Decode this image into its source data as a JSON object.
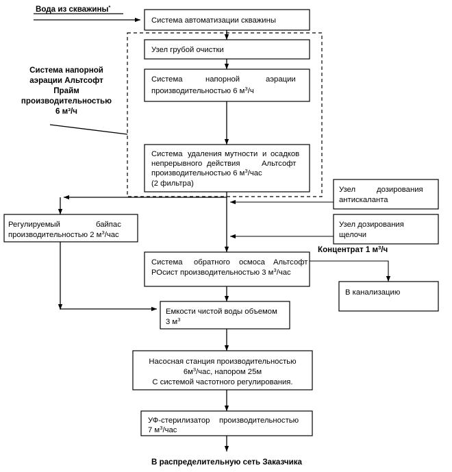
{
  "diagram": {
    "title_inlet": "Вода из скважины",
    "title_inlet_sup": "*",
    "side_label": {
      "line1": "Система напорной",
      "line2": "аэрации Альтсофт",
      "line3": "Прайм",
      "line4": "производительностью",
      "line5": "6 м³/ч"
    },
    "concentrate_label": {
      "text_before": "Концентрат 1 м",
      "sup": "3",
      "text_after": "/ч"
    },
    "outlet_label": "В распределительную сеть Заказчика",
    "nodes": {
      "automation": {
        "lines": [
          "Система автоматизации скважины"
        ]
      },
      "coarse": {
        "lines": [
          "Узел грубой очистки"
        ]
      },
      "aeration": {
        "line1_part1": "Система",
        "line1_part2": "напорной",
        "line1_part3": "аэрации",
        "line2_before": "производительностью 6 м",
        "line2_sup": "3",
        "line2_after": "/ч"
      },
      "turbidity": {
        "l1_p1": "Система",
        "l1_p2": "удаления",
        "l1_p3": "мутности",
        "l1_p4": "и",
        "l1_p5": "осадков",
        "l2_p1": "непрерывного",
        "l2_p2": "действия",
        "l2_p3": "Альтсофт",
        "l3_before": "производительностью 6 м",
        "l3_sup": "3",
        "l3_after": "/час",
        "l4": "(2 фильтра)"
      },
      "antiscalant": {
        "l1_p1": "Узел",
        "l1_p2": "дозирования",
        "l2": "антискаланта"
      },
      "alkali": {
        "l1": "Узел дозирования",
        "l2": "щелочи"
      },
      "bypass": {
        "l1_p1": "Регулируемый",
        "l1_p2": "байпас",
        "l2_before": "производительностью 2 м",
        "l2_sup": "3",
        "l2_after": "/час"
      },
      "ro": {
        "l1_p1": "Система",
        "l1_p2": "обратного",
        "l1_p3": "осмоса",
        "l1_p4": "Альтсофт",
        "l2_before": "РОсист производительностью 3 м",
        "l2_sup": "3",
        "l2_after": "/час"
      },
      "sewer": {
        "l1": "В канализацию"
      },
      "tank": {
        "l1": "Емкости чистой воды объемом",
        "l2_before": "3 м",
        "l2_sup": "3"
      },
      "pump": {
        "l1": "Насосная станция производительностью",
        "l2_before": "6м",
        "l2_sup": "3",
        "l2_after": "/час, напором 25м",
        "l3": "С системой частотного регулирования."
      },
      "uv": {
        "l1_p1": "УФ-стерилизатор",
        "l1_p2": "производительностью",
        "l2_before": "7 м",
        "l2_sup": "3",
        "l2_after": "/час"
      }
    }
  }
}
